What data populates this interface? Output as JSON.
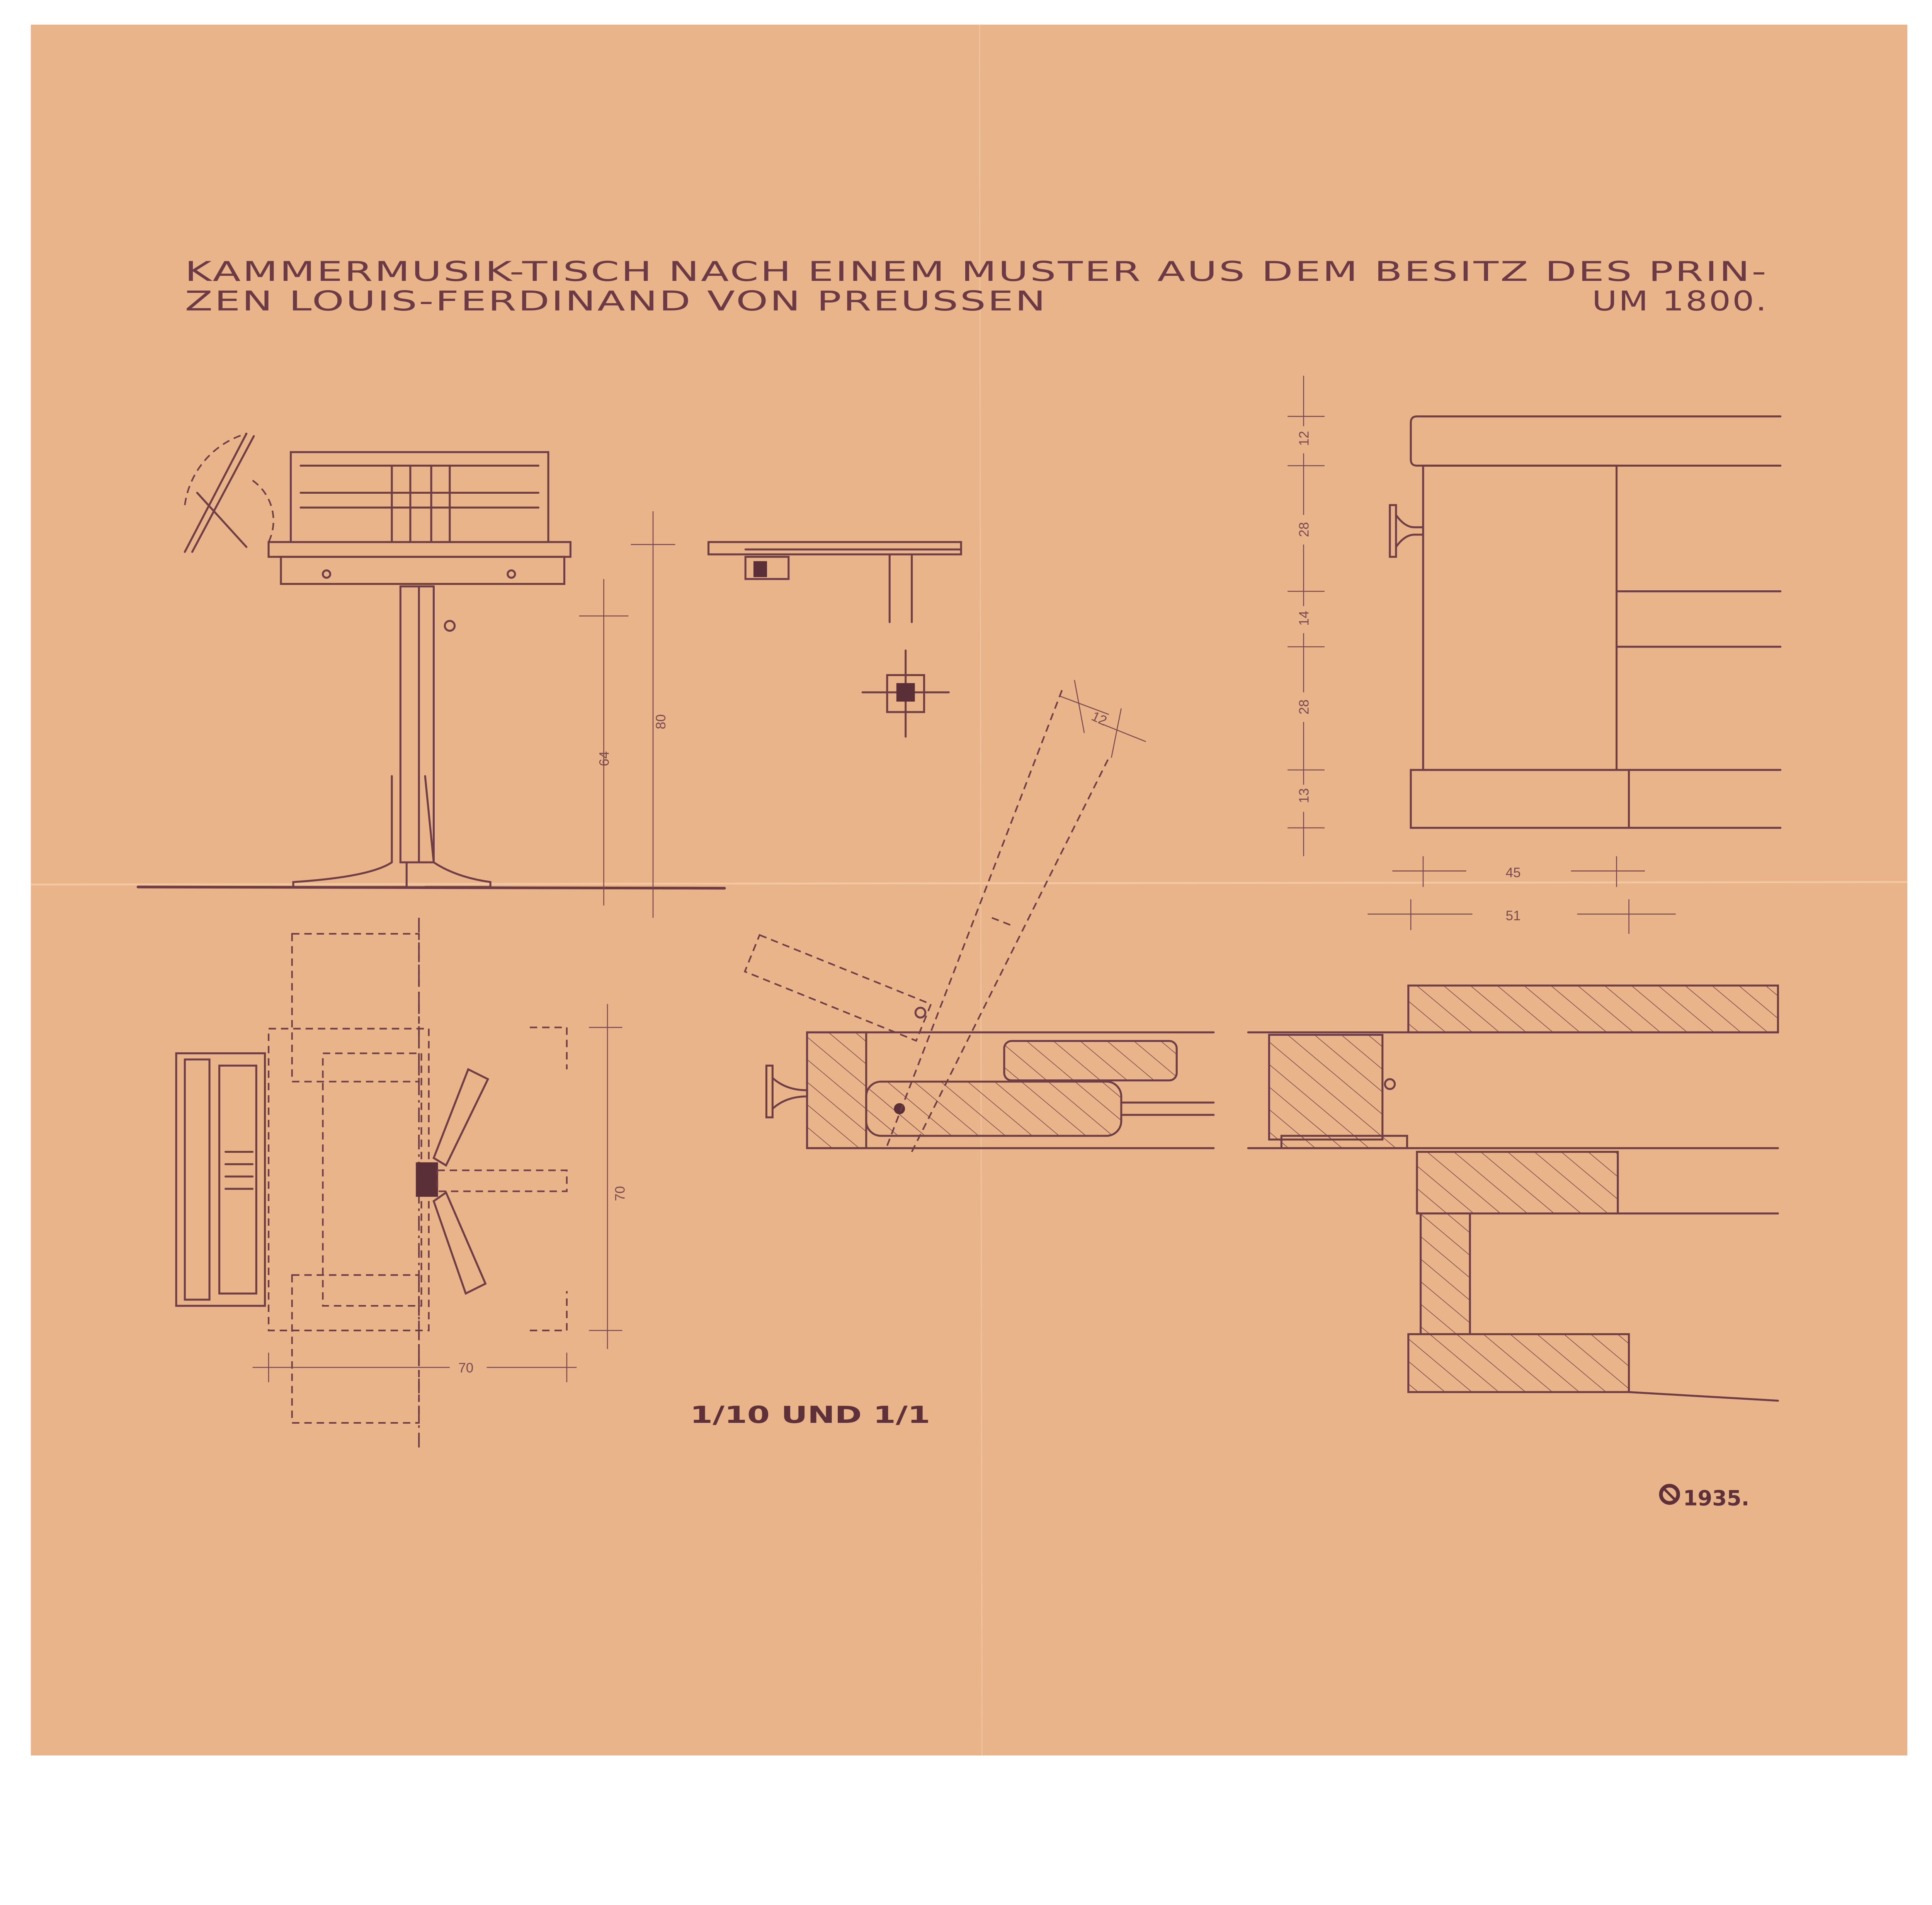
{
  "colors": {
    "paper": "#e9b48a",
    "ink": "#6e3d45",
    "margin": "#ffffff"
  },
  "title": {
    "line1": "KAMMERMUSIK-TISCH  NACH EINEM MUSTER AUS DEM BESITZ DES PRIN-",
    "line2_left": "ZEN LOUIS-FERDINAND VON PREUSSEN",
    "line2_right": "UM 1800."
  },
  "dimensions": {
    "elevation_height_inner": "64",
    "elevation_height_total": "80",
    "rack_width": "12",
    "section_heights": [
      "12",
      "28",
      "14",
      "28",
      "13"
    ],
    "section_width_inner": "45",
    "section_width_outer": "51",
    "plan_depth": "70",
    "plan_width": "70"
  },
  "scale_note": "1/10 UND 1/1",
  "signature": {
    "monogram": "monogram",
    "year": "1935."
  }
}
